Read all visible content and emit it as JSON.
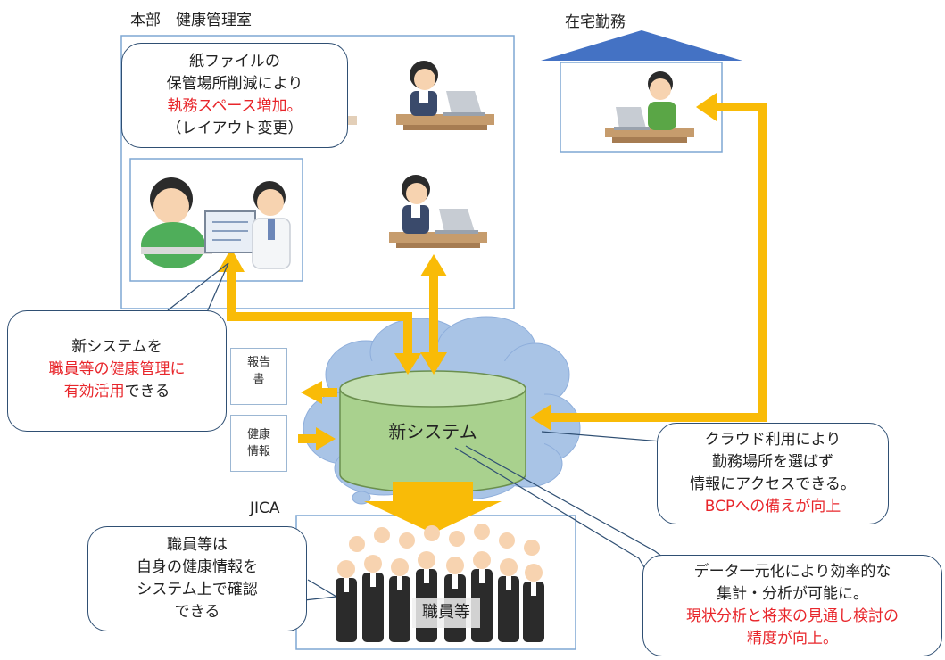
{
  "labels": {
    "hq": "本部　健康管理室",
    "home": "在宅勤務",
    "jica": "JICA"
  },
  "system": {
    "name": "新システム"
  },
  "staff_group": {
    "label": "職員等"
  },
  "small_boxes": {
    "report": [
      "報告",
      "書"
    ],
    "health": [
      "健康",
      "情報"
    ]
  },
  "callouts": {
    "paper": {
      "l1": "紙ファイルの",
      "l2": "保管場所削減により",
      "l3_red": "執務スペース増加。",
      "l4": "（レイアウト変更）"
    },
    "newsys": {
      "l1": "新システムを",
      "l2_red": "職員等の健康管理に",
      "l3_red": "有効活用",
      "l3": "できる"
    },
    "cloud": {
      "l1": "クラウド利用により",
      "l2": "勤務場所を選ばず",
      "l3": "情報にアクセスできる。",
      "l4_red": "BCPへの備えが向上"
    },
    "staff": {
      "l1": "職員等は",
      "l2": "自身の健康情報を",
      "l3": "システム上で確認",
      "l4": "できる"
    },
    "data": {
      "l1": "データ一元化により効率的な",
      "l2": "集計・分析が可能に。",
      "l3_red": "現状分析と将来の見通し検討の",
      "l4_red": "精度が向上。"
    }
  },
  "colors": {
    "arrow": "#f9bb07",
    "frame": "#7ea7d3",
    "cloud": "#a9c4e6",
    "cylinder": "#a9d18e",
    "roof": "#4472c4",
    "callout_border": "#2f4f73",
    "emphasis": "#e8262b"
  },
  "icons": [
    "office-worker-icon",
    "doctor-patient-icon",
    "home-worker-icon",
    "staff-crowd-icon"
  ]
}
